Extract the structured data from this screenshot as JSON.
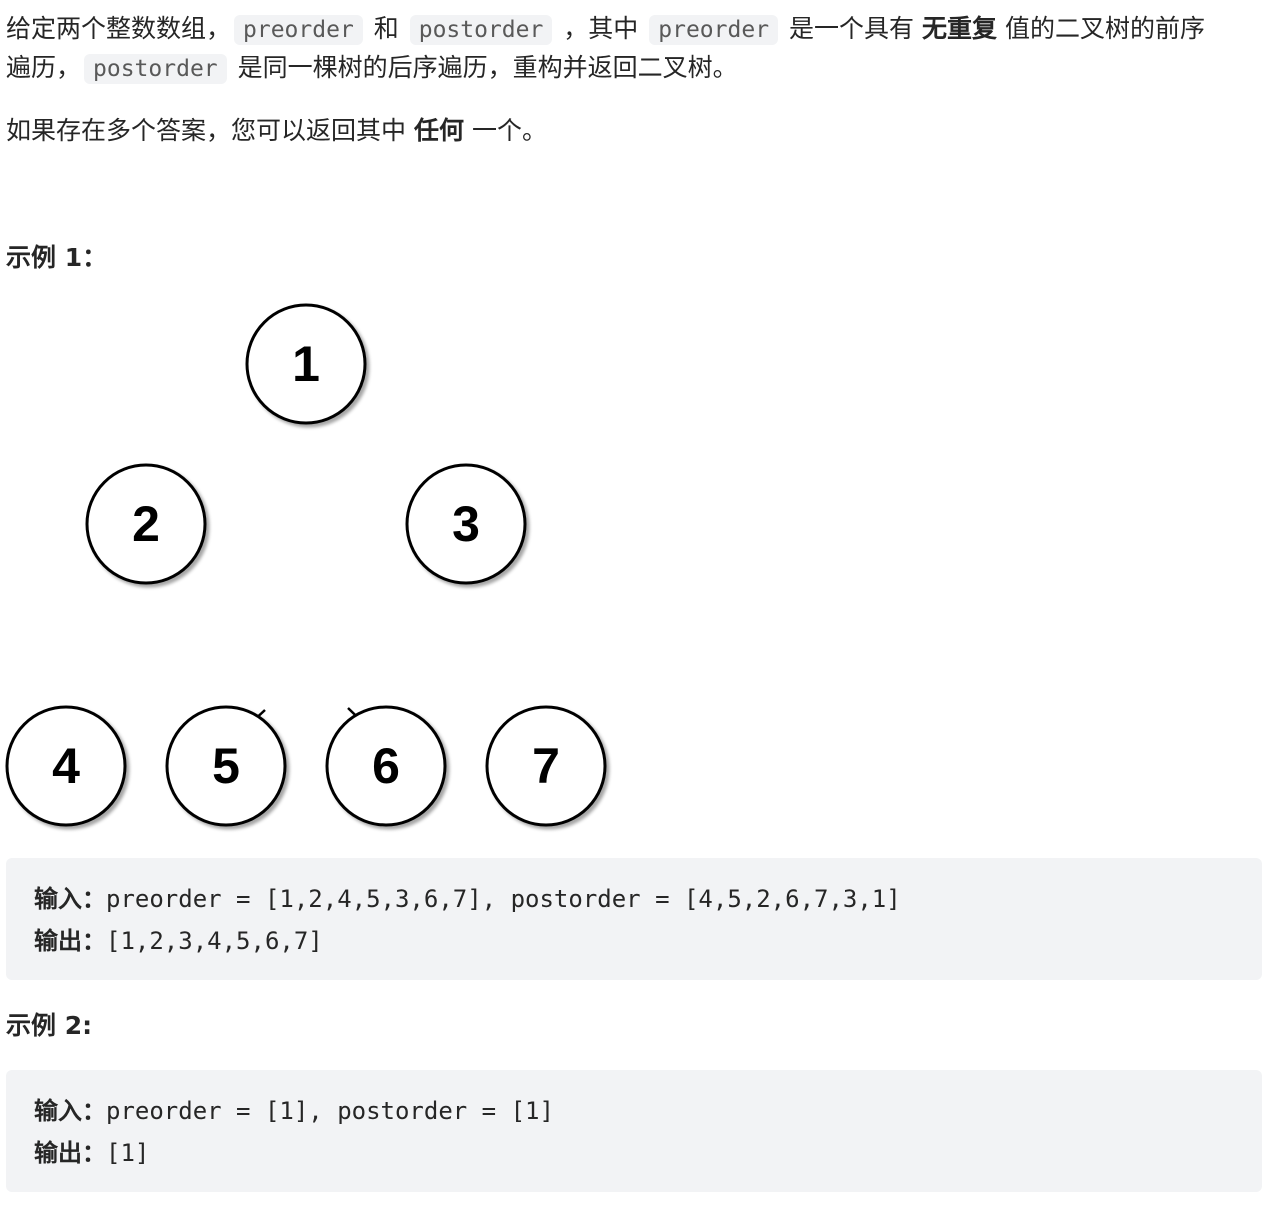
{
  "problem": {
    "line1": {
      "t1": "给定两个整数数组，",
      "code1": "preorder",
      "t2": "和",
      "code2": "postorder",
      "t3": "，其中",
      "code3": "preorder",
      "t4": "是一个具有",
      "bold1": "无重复",
      "t5": "值的二叉树的前序"
    },
    "line2": {
      "t1": "遍历，",
      "code1": "postorder",
      "t2": "是同一棵树的后序遍历，重构并返回二叉树。"
    },
    "para2": {
      "t1": "如果存在多个答案，您可以返回其中",
      "bold1": "任何",
      "t2": "一个。"
    }
  },
  "example1": {
    "heading": "示例 1：",
    "tree_nodes": [
      "1",
      "2",
      "3",
      "4",
      "5",
      "6",
      "7"
    ],
    "input_label": "输入：",
    "input_value": "preorder = [1,2,4,5,3,6,7], postorder = [4,5,2,6,7,3,1]",
    "output_label": "输出：",
    "output_value": "[1,2,3,4,5,6,7]"
  },
  "example2": {
    "heading": "示例 2:",
    "input_label": "输入：",
    "input_value": "preorder = [1], postorder = [1]",
    "output_label": "输出：",
    "output_value": "[1]"
  }
}
